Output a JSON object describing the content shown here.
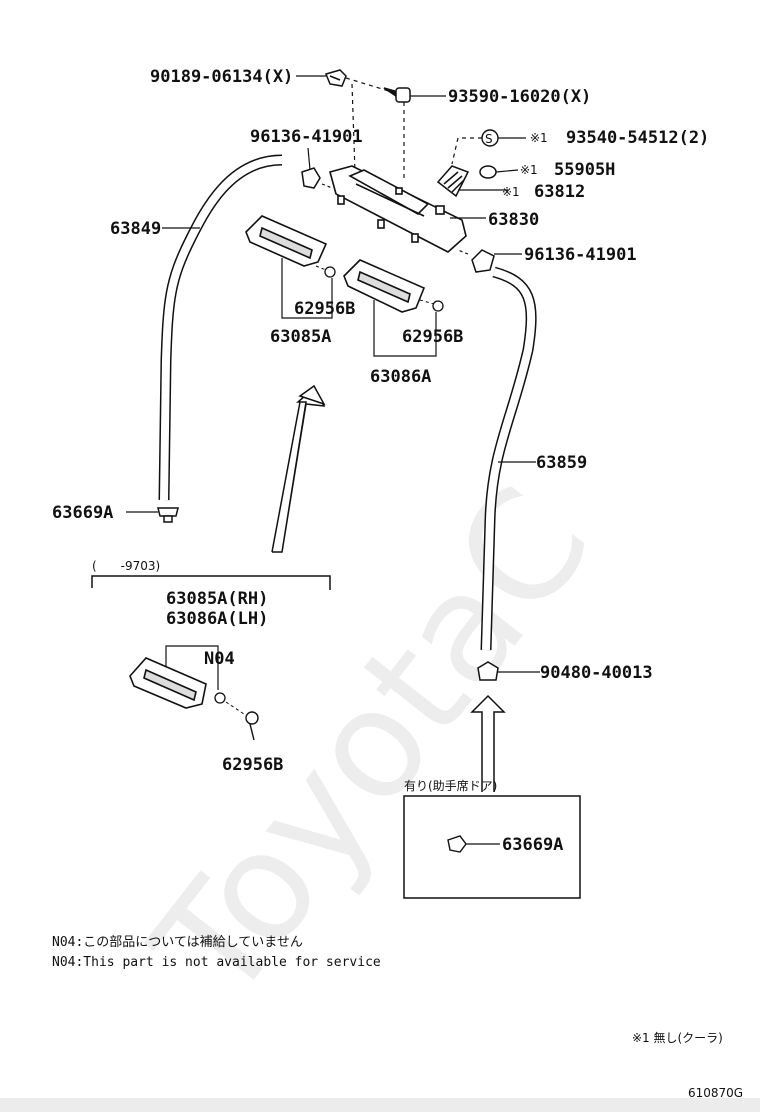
{
  "watermark": "ToyotaC",
  "labels": {
    "p90189": "90189-06134(X)",
    "p93590": "93590-16020(X)",
    "p96136a": "96136-41901",
    "p93540": "93540-54512(2)",
    "p55905": "55905H",
    "p63812": "63812",
    "p63830": "63830",
    "p63849": "63849",
    "p96136b": "96136-41901",
    "p62956a": "62956B",
    "p63085": "63085A",
    "p62956b": "62956B",
    "p63086": "63086A",
    "p63859": "63859",
    "p63669a": "63669A",
    "range": "(　　-9703)",
    "rh": "63085A(RH)",
    "lh": "63086A(LH)",
    "n04": "N04",
    "p62956c": "62956B",
    "p90480": "90480-40013",
    "box_title": "有り(助手席ドア)",
    "p63669b": "63669A",
    "mark1": "※1",
    "s_mark": "S"
  },
  "notes": {
    "jp": "N04:この部品については補給していません",
    "en": "N04:This part is not available for service",
    "footnote": "※1 無し(クーラ)",
    "code": "610870G"
  }
}
